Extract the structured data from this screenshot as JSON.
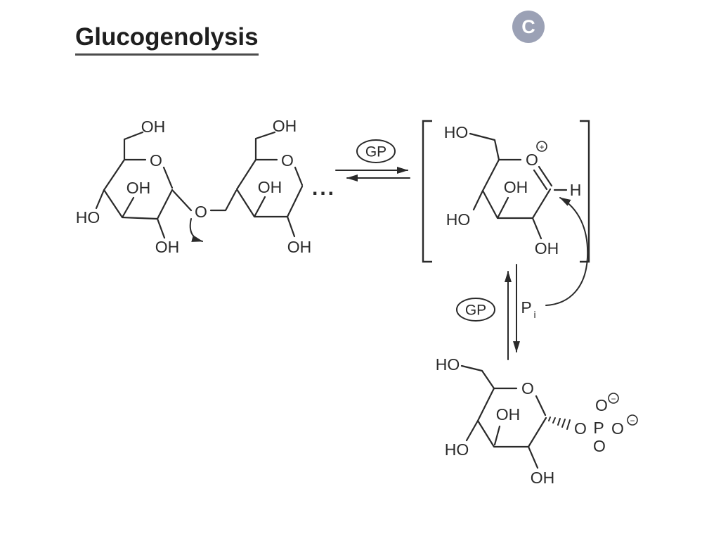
{
  "header": {
    "title": "Glucogenolysis",
    "badge": "C"
  },
  "labels": {
    "oh": "OH",
    "ho": "HO",
    "o": "O",
    "h": "H",
    "p": "P",
    "gp": "GP",
    "pi_symbol": "P",
    "pi_sub": "i",
    "plus": "+",
    "minus": "−",
    "chain_dots": "..."
  },
  "colors": {
    "ink": "#2a2a2a",
    "badge_bg": "#9ba1b5",
    "badge_fg": "#ffffff",
    "underline": "#4c4c4c",
    "background": "#ffffff"
  }
}
